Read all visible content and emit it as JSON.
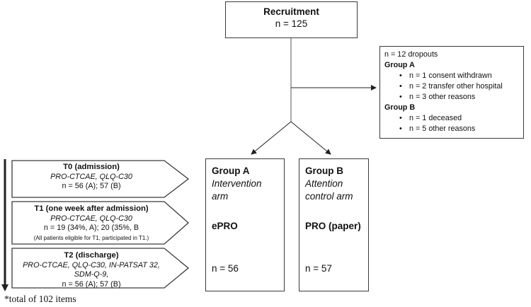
{
  "recruitment": {
    "title": "Recruitment",
    "n": "n = 125"
  },
  "dropouts": {
    "summary": "n = 12 dropouts",
    "group_a": {
      "label": "Group A",
      "items": [
        "n = 1 consent withdrawn",
        "n = 2 transfer other hospital",
        "n = 3 other reasons"
      ]
    },
    "group_b": {
      "label": "Group B",
      "items": [
        "n = 1 deceased",
        "n = 5 other reasons"
      ]
    }
  },
  "group_a": {
    "title": "Group A",
    "subtitle": "Intervention arm",
    "tool": "ePRO",
    "n": "n = 56"
  },
  "group_b": {
    "title": "Group B",
    "subtitle": "Attention control arm",
    "tool": "PRO (paper)",
    "n": "n = 57"
  },
  "timepoints": [
    {
      "title": "T0 (admission)",
      "instruments": "PRO-CTCAE, QLQ-C30",
      "n": "n = 56 (A); 57 (B)"
    },
    {
      "title": "T1 (one week after admission)",
      "instruments": "PRO-CTCAE, QLQ-C30",
      "n": "n = 19 (34%, A); 20 (35%, B",
      "note": "(All patients eligible for T1, participated in T1.)"
    },
    {
      "title": "T2 (discharge)",
      "instruments": "PRO-CTCAE, QLQ-C30, IN-PATSAT 32, SDM-Q-9,",
      "n": "n = 56 (A); 57 (B)"
    }
  ],
  "footnote": "*total of 102 items"
}
